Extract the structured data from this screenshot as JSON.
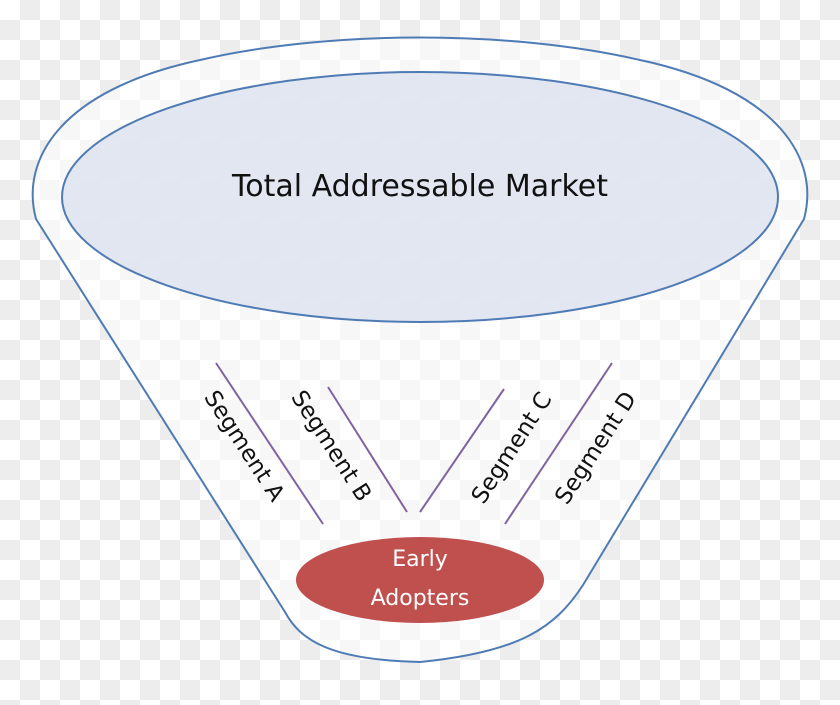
{
  "diagram": {
    "title_ellipse": {
      "label": "Total Addressable Market",
      "fill": "#dde3ee",
      "stroke": "#4f7bb5"
    },
    "segments": [
      {
        "label": "Segment A"
      },
      {
        "label": "Segment B"
      },
      {
        "label": "Segment C"
      },
      {
        "label": "Segment D"
      }
    ],
    "core_ellipse": {
      "label_line1": "Early",
      "label_line2": "Adopters",
      "fill": "#c0504d",
      "text_color": "#ffffff"
    },
    "colors": {
      "funnel_stroke": "#4f7bb5",
      "divider_stroke": "#8064a2"
    }
  }
}
